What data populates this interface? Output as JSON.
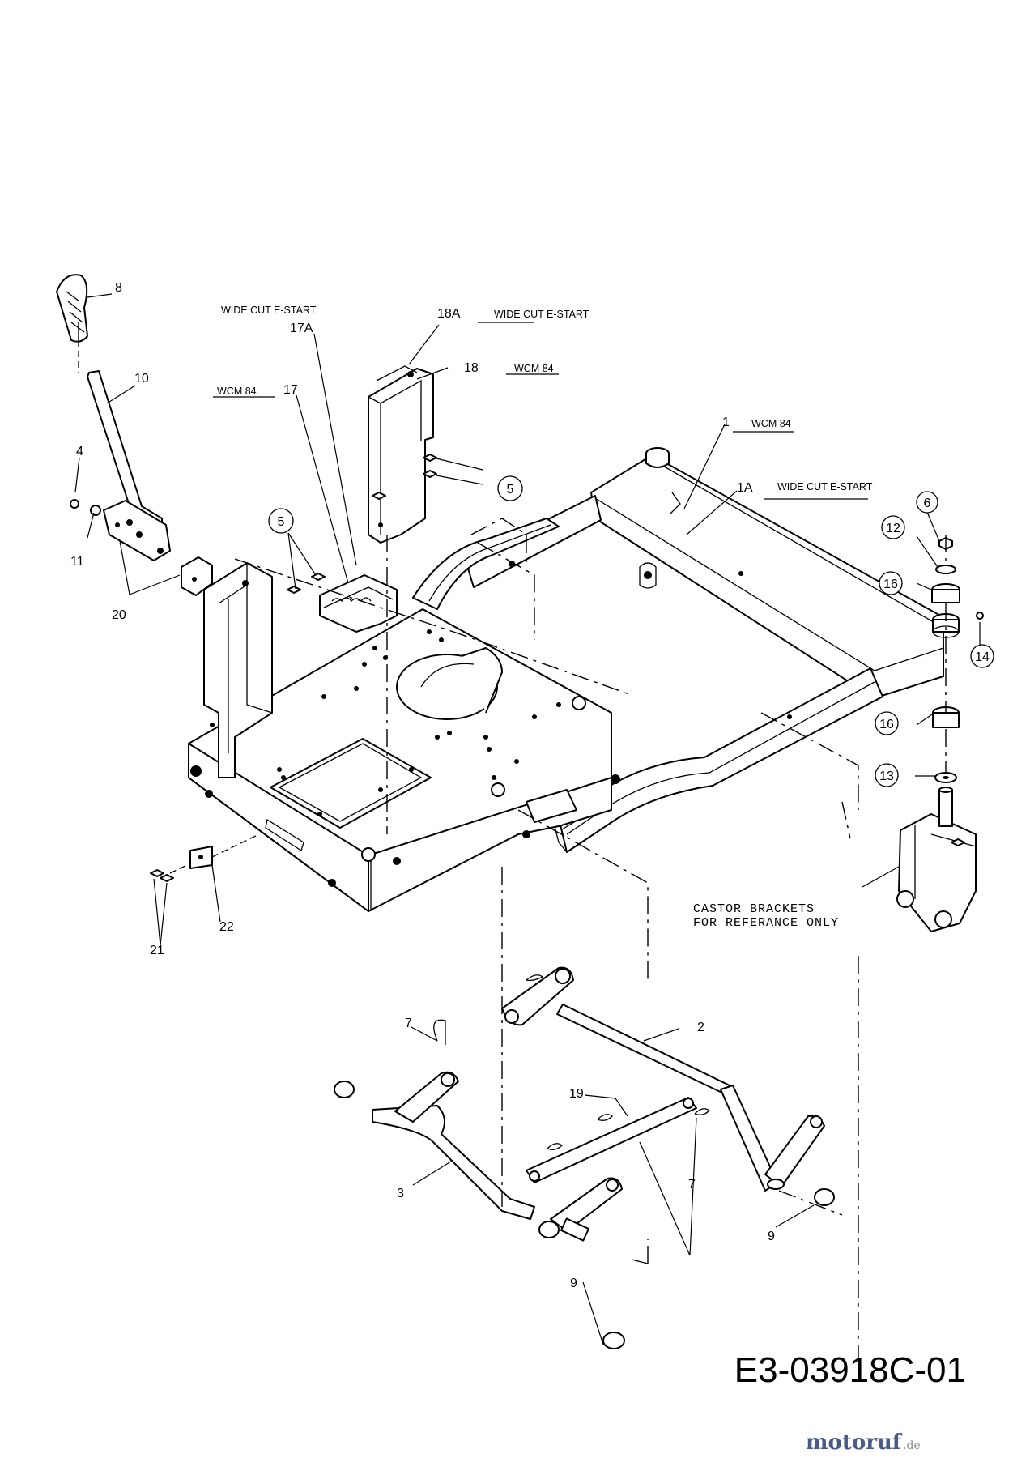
{
  "diagram": {
    "code": "E3-03918C-01",
    "brand": {
      "name": "motoruf",
      "tld": ".de",
      "accent": "#4a5a86"
    },
    "note": [
      "CASTOR BRACKETS",
      "FOR REFERANCE ONLY"
    ],
    "variants": {
      "wide_cut": "WIDE CUT E-START",
      "wcm84": "WCM 84"
    },
    "callouts": {
      "p1": "1",
      "p1A": "1A",
      "p2": "2",
      "p3": "3",
      "p4": "4",
      "p5a": "5",
      "p5b": "5",
      "p6": "6",
      "p7a": "7",
      "p7b": "7",
      "p8": "8",
      "p9a": "9",
      "p9b": "9",
      "p10": "10",
      "p11": "11",
      "p12": "12",
      "p13": "13",
      "p14": "14",
      "p16a": "16",
      "p16b": "16",
      "p17": "17",
      "p17A": "17A",
      "p18": "18",
      "p18A": "18A",
      "p19": "19",
      "p20": "20",
      "p21": "21",
      "p22": "22"
    }
  }
}
